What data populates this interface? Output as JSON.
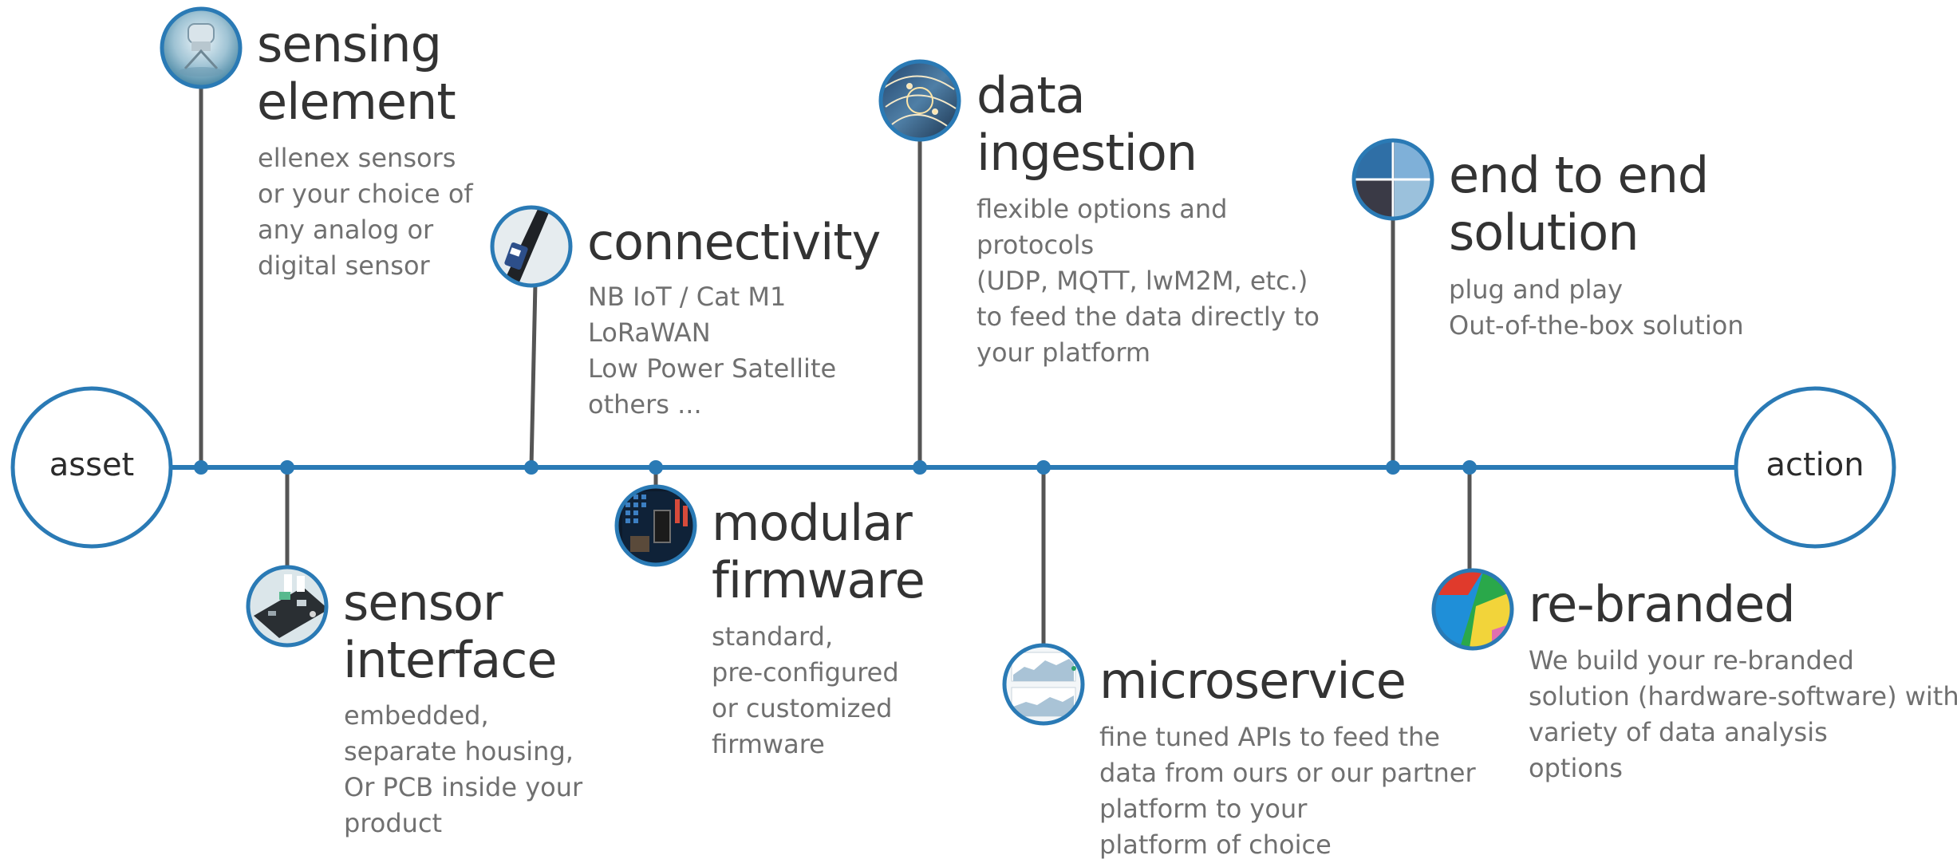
{
  "colors": {
    "accent": "#2a7ab5",
    "stem": "#555555",
    "title": "#333333",
    "desc": "#707070"
  },
  "start_node": {
    "label": "asset"
  },
  "end_node": {
    "label": "action"
  },
  "stages": [
    {
      "id": "sensing-element",
      "icon": "sensor-probe-icon",
      "title": [
        "sensing",
        "element"
      ],
      "desc": [
        "ellenex sensors",
        "or your choice of",
        "any analog or",
        "digital sensor"
      ]
    },
    {
      "id": "sensor-interface",
      "icon": "circuit-board-icon",
      "title": [
        "sensor",
        "interface"
      ],
      "desc": [
        "embedded,",
        "separate housing,",
        "Or PCB inside your",
        "product"
      ]
    },
    {
      "id": "connectivity",
      "icon": "antenna-icon",
      "title": [
        "connectivity"
      ],
      "desc": [
        "NB IoT / Cat M1",
        "LoRaWAN",
        "Low Power Satellite",
        "others ..."
      ]
    },
    {
      "id": "modular-firmware",
      "icon": "chip-icon",
      "title": [
        "modular",
        "firmware"
      ],
      "desc": [
        "standard,",
        "pre-configured",
        "or customized",
        "firmware"
      ]
    },
    {
      "id": "data-ingestion",
      "icon": "network-globe-icon",
      "title": [
        "data",
        "ingestion"
      ],
      "desc": [
        "flexible options and",
        "protocols",
        "(UDP, MQTT, lwM2M, etc.)",
        "to feed the data directly to",
        "your platform"
      ]
    },
    {
      "id": "microservice",
      "icon": "dashboard-chart-icon",
      "title": [
        "microservice"
      ],
      "desc": [
        "fine tuned APIs to feed the",
        "data from ours or our partner",
        "platform to your",
        "platform of choice"
      ]
    },
    {
      "id": "end-to-end-solution",
      "icon": "solution-collage-icon",
      "title": [
        "end to end",
        "solution"
      ],
      "desc": [
        "plug and play",
        "Out-of-the-box solution"
      ]
    },
    {
      "id": "re-branded",
      "icon": "color-palette-icon",
      "title": [
        "re-branded"
      ],
      "desc": [
        "We build your re-branded",
        "solution (hardware-software) with",
        "variety of data analysis",
        "options"
      ]
    }
  ]
}
